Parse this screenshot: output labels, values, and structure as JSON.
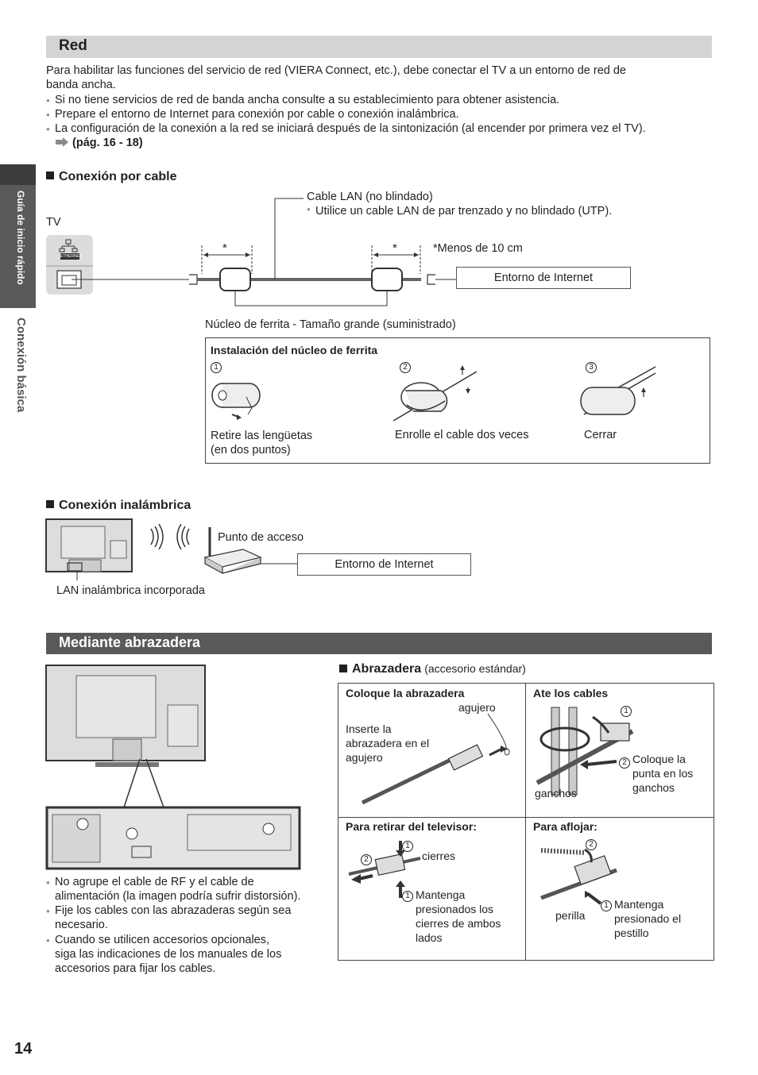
{
  "red_section": {
    "title": "Red",
    "intro": "Para habilitar las funciones del servicio de red (VIERA Connect, etc.), debe conectar el TV a un entorno de red de banda ancha.",
    "intro_line1": "Para habilitar las funciones del servicio de red (VIERA Connect, etc.), debe conectar el TV a un entorno de red de",
    "intro_line2": "banda ancha.",
    "bullets": [
      "Si no tiene servicios de red de banda ancha consulte a su establecimiento para obtener asistencia.",
      "Prepare el entorno de Internet para conexión por cable o conexión inalámbrica.",
      "La configuración de la conexión a la red se iniciará después de la sintonización (al encender por primera vez el TV)."
    ],
    "page_ref": "(pág. 16 - 18)"
  },
  "sidebar": {
    "guide_label": "Guía de inicio rápido",
    "section_label": "Conexión básica"
  },
  "wired": {
    "heading": "Conexión por cable",
    "tv_label": "TV",
    "ethernet_label": "ETHERNET",
    "cable_label": "Cable LAN (no blindado)",
    "cable_note": "Utilice un cable LAN de par trenzado y no blindado (UTP).",
    "star": "*",
    "distance_note": "*Menos de 10 cm",
    "internet_box": "Entorno de Internet",
    "ferrite_label": "Núcleo de ferrita - Tamaño grande (suministrado)",
    "ferrite_box_title": "Instalación del núcleo de ferrita",
    "steps": [
      {
        "num": "1",
        "line1": "Retire las lengüetas",
        "line2": "(en dos puntos)"
      },
      {
        "num": "2",
        "line1": "Enrolle el cable dos veces",
        "line2": ""
      },
      {
        "num": "3",
        "line1": "Cerrar",
        "line2": ""
      }
    ]
  },
  "wireless": {
    "heading": "Conexión inalámbrica",
    "access_point": "Punto de acceso",
    "internet_box": "Entorno de Internet",
    "builtin_lan": "LAN inalámbrica incorporada"
  },
  "clamp_section": {
    "title": "Mediante abrazadera",
    "notes": [
      {
        "line1": "No agrupe el cable de RF y el cable de",
        "line2": "alimentación (la imagen podría sufrir distorsión)."
      },
      {
        "line1": "Fije los cables con las abrazaderas según sea",
        "line2": "necesario."
      },
      {
        "line1": "Cuando se utilicen accesorios opcionales,",
        "line2": "siga las indicaciones de los manuales de los",
        "line3": "accesorios para fijar los cables."
      }
    ],
    "clamp_heading": "Abrazadera",
    "clamp_sub": "(accesorio estándar)",
    "cells": {
      "attach": {
        "title": "Coloque la abrazadera",
        "hole": "agujero",
        "text1": "Inserte la",
        "text2": "abrazadera en el",
        "text3": "agujero"
      },
      "tie": {
        "title": "Ate los cables",
        "num1": "1",
        "num2": "2",
        "tip1": "Coloque la",
        "tip2": "punta en los",
        "tip3": "ganchos",
        "hooks": "ganchos"
      },
      "remove": {
        "title": "Para retirar del televisor:",
        "num1": "1",
        "num2": "2",
        "num3": "1",
        "latches": "cierres",
        "hold1": "Mantenga",
        "hold2": "presionados los",
        "hold3": "cierres de ambos",
        "hold4": "lados"
      },
      "loosen": {
        "title": "Para aflojar:",
        "num1": "2",
        "num2": "1",
        "knob": "perilla",
        "hold1": "Mantenga",
        "hold2": "presionado el",
        "hold3": "pestillo"
      }
    }
  },
  "page_number": "14"
}
